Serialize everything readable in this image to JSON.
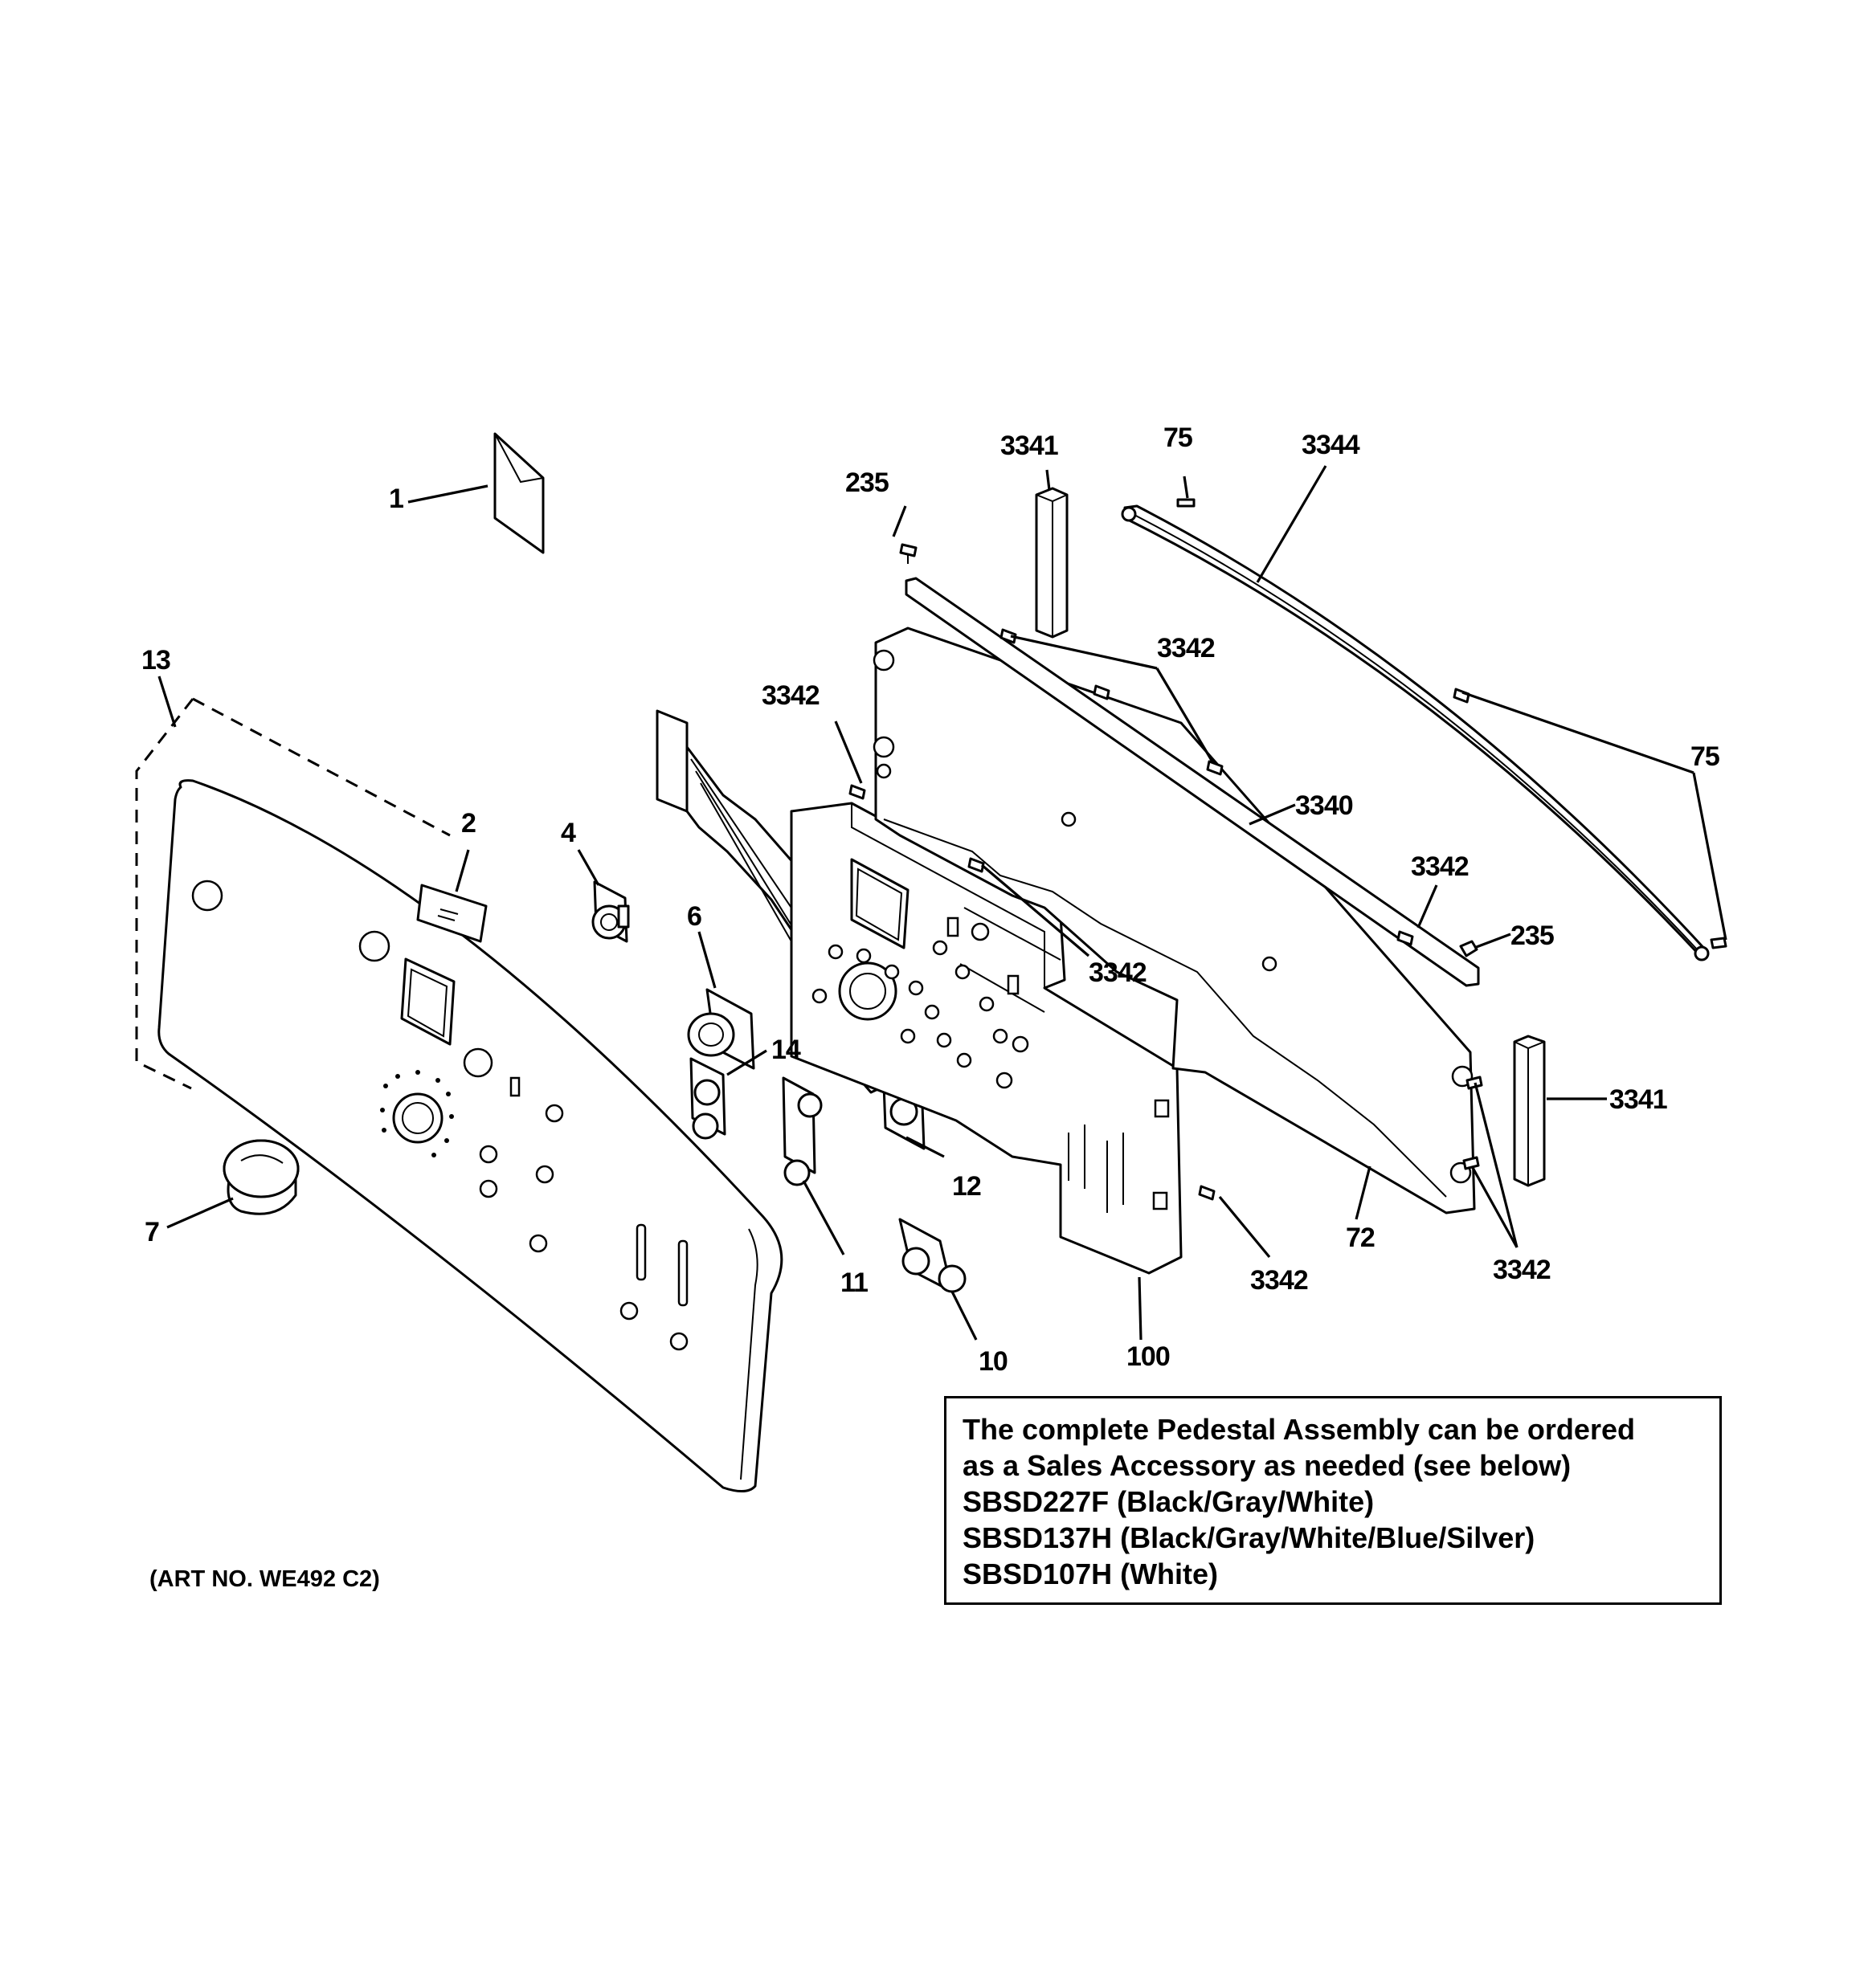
{
  "parts": [
    {
      "id": "label-1",
      "number": "1"
    },
    {
      "id": "label-2",
      "number": "2"
    },
    {
      "id": "label-4",
      "number": "4"
    },
    {
      "id": "label-6",
      "number": "6"
    },
    {
      "id": "label-7",
      "number": "7"
    },
    {
      "id": "label-10",
      "number": "10"
    },
    {
      "id": "label-11",
      "number": "11"
    },
    {
      "id": "label-12",
      "number": "12"
    },
    {
      "id": "label-13",
      "number": "13"
    },
    {
      "id": "label-14",
      "number": "14"
    },
    {
      "id": "label-72",
      "number": "72"
    },
    {
      "id": "label-75-top",
      "number": "75"
    },
    {
      "id": "label-75-right",
      "number": "75"
    },
    {
      "id": "label-100",
      "number": "100"
    },
    {
      "id": "label-235-top",
      "number": "235"
    },
    {
      "id": "label-235-right",
      "number": "235"
    },
    {
      "id": "label-3340",
      "number": "3340"
    },
    {
      "id": "label-3341-top",
      "number": "3341"
    },
    {
      "id": "label-3341-right",
      "number": "3341"
    },
    {
      "id": "label-3342-upper-left",
      "number": "3342"
    },
    {
      "id": "label-3342-upper-right",
      "number": "3342"
    },
    {
      "id": "label-3342-middle",
      "number": "3342"
    },
    {
      "id": "label-3342-right",
      "number": "3342"
    },
    {
      "id": "label-3342-bottom",
      "number": "3342"
    },
    {
      "id": "label-3342-bottom-right",
      "number": "3342"
    },
    {
      "id": "label-3344",
      "number": "3344"
    }
  ],
  "art_number": "(ART NO. WE492 C2)",
  "note": {
    "lines": [
      "The complete Pedestal Assembly can be ordered",
      "as a Sales Accessory as needed (see below)",
      "SBSD227F (Black/Gray/White)",
      "SBSD137H (Black/Gray/White/Blue/Silver)",
      "SBSD107H (White)"
    ]
  }
}
